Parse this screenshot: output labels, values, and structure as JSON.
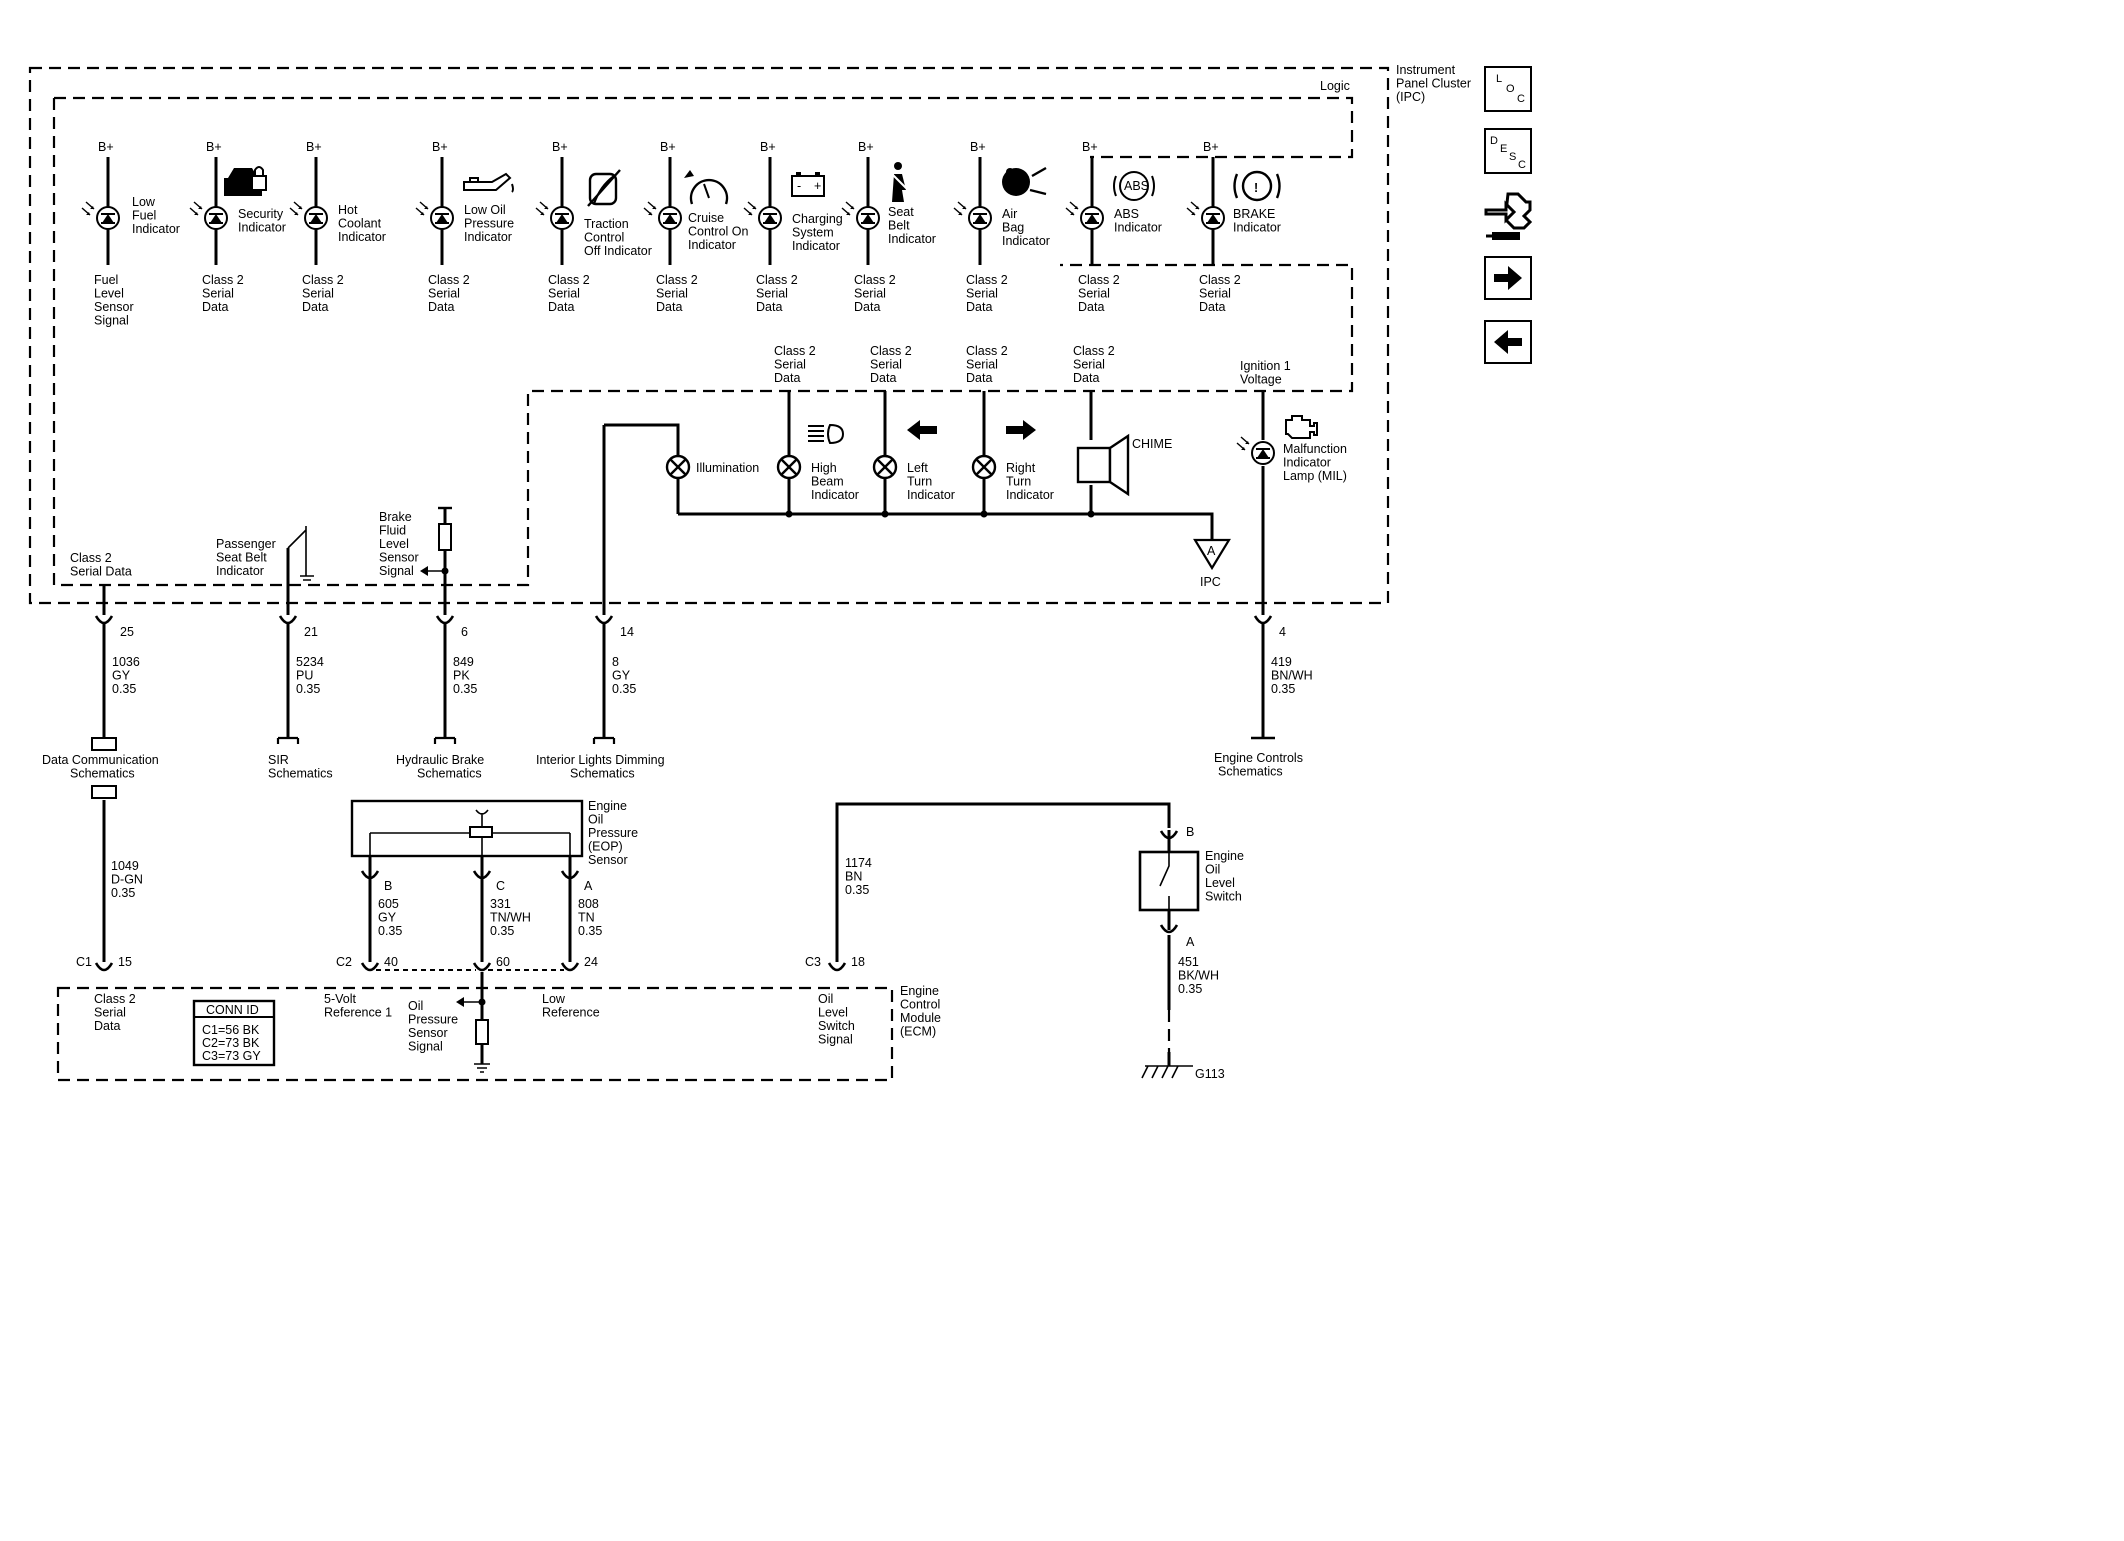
{
  "modules": {
    "ipc": "Instrument\nPanel Cluster\n(IPC)",
    "logic": "Logic",
    "ecm": "Engine\nControl\nModule\n(ECM)"
  },
  "supply": "B+",
  "indicators": [
    {
      "label": "Low\nFuel\nIndicator",
      "signal": "Fuel\nLevel\nSensor\nSignal",
      "icon": "fuel-pump-icon"
    },
    {
      "label": "Security\nIndicator",
      "signal": "Class 2\nSerial\nData",
      "icon": "security-car-lock-icon"
    },
    {
      "label": "Hot\nCoolant\nIndicator",
      "signal": "Class 2\nSerial\nData",
      "icon": "none"
    },
    {
      "label": "Low Oil\nPressure\nIndicator",
      "signal": "Class 2\nSerial\nData",
      "icon": "oil-can-icon"
    },
    {
      "label": "Traction\nControl\nOff Indicator",
      "signal": "Class 2\nSerial\nData",
      "icon": "traction-control-off-icon"
    },
    {
      "label": "Cruise\nControl On\nIndicator",
      "signal": "Class 2\nSerial\nData",
      "icon": "cruise-speedometer-icon"
    },
    {
      "label": "Charging\nSystem\nIndicator",
      "signal": "Class 2\nSerial\nData",
      "icon": "battery-icon"
    },
    {
      "label": "Seat\nBelt\nIndicator",
      "signal": "Class 2\nSerial\nData",
      "icon": "seat-belt-icon"
    },
    {
      "label": "Air\nBag\nIndicator",
      "signal": "Class 2\nSerial\nData",
      "icon": "air-bag-icon"
    },
    {
      "label": "ABS\nIndicator",
      "signal": "Class 2\nSerial\nData",
      "icon": "abs-icon",
      "icon_text": "ABS"
    },
    {
      "label": "BRAKE\nIndicator",
      "signal": "Class 2\nSerial\nData",
      "icon": "brake-warning-icon",
      "icon_text": "!"
    }
  ],
  "lower_ipc": {
    "class2_labels": [
      "Class 2\nSerial\nData",
      "Class 2\nSerial\nData",
      "Class 2\nSerial\nData",
      "Class 2\nSerial\nData"
    ],
    "ignition_label": "Ignition 1\nVoltage",
    "illumination": "Illumination",
    "high_beam": "High\nBeam\nIndicator",
    "left_turn": "Left\nTurn\nIndicator",
    "right_turn": "Right\nTurn\nIndicator",
    "chime": "CHIME",
    "mil": "Malfunction\nIndicator\nLamp (MIL)",
    "ipc_ground_letter": "A",
    "ipc_ground_label": "IPC",
    "class2_left": "Class 2\nSerial Data",
    "passenger_belt": "Passenger\nSeat Belt\nIndicator",
    "brake_fluid": "Brake\nFluid\nLevel\nSensor\nSignal"
  },
  "ipc_terminals": [
    {
      "pin": "25",
      "circuit": "1036\nGY\n0.35",
      "dest": "Data Communication\nSchematics"
    },
    {
      "pin": "21",
      "circuit": "5234\nPU\n0.35",
      "dest": "SIR\nSchematics"
    },
    {
      "pin": "6",
      "circuit": "849\nPK\n0.35",
      "dest": "Hydraulic Brake\nSchematics"
    },
    {
      "pin": "14",
      "circuit": "8\nGY\n0.35",
      "dest": "Interior Lights Dimming\nSchematics"
    },
    {
      "pin": "4",
      "circuit": "419\nBN/WH\n0.35",
      "dest": "Engine Controls\nSchematics"
    }
  ],
  "data_comm_wire": "1049\nD-GN\n0.35",
  "eop_sensor": {
    "label": "Engine\nOil\nPressure\n(EOP)\nSensor",
    "terminals": [
      {
        "letter": "B",
        "circuit": "605\nGY\n0.35",
        "conn": "C2",
        "pin": "40"
      },
      {
        "letter": "C",
        "circuit": "331\nTN/WH\n0.35",
        "conn": "",
        "pin": "60"
      },
      {
        "letter": "A",
        "circuit": "808\nTN\n0.35",
        "conn": "",
        "pin": "24"
      }
    ]
  },
  "oil_level_switch": {
    "label": "Engine\nOil\nLevel\nSwitch",
    "term_b": "B",
    "term_a": "A",
    "circuit_top": "1174\nBN\n0.35",
    "circuit_bottom": "451\nBK/WH\n0.35",
    "conn": "C3",
    "pin": "18",
    "ground": "G113"
  },
  "ecm_inputs": {
    "c1": "C1",
    "c1_pin": "15",
    "class2": "Class 2\nSerial\nData",
    "ref5v": "5-Volt\nReference 1",
    "oil_pressure_signal": "Oil\nPressure\nSensor\nSignal",
    "low_ref": "Low\nReference",
    "oil_level_signal": "Oil\nLevel\nSwitch\nSignal"
  },
  "conn_id": {
    "title": "CONN ID",
    "rows": [
      "C1=56 BK",
      "C2=73 BK",
      "C3=73 GY"
    ]
  },
  "nav": {
    "loc": [
      "L",
      "O",
      "C"
    ],
    "desc": [
      "D",
      "E",
      "S",
      "C"
    ],
    "loc_icon": "loc-icon",
    "desc_icon": "desc-icon",
    "connector_icon": "connector-hand-icon",
    "next_icon": "arrow-right-icon",
    "prev_icon": "arrow-left-icon"
  }
}
